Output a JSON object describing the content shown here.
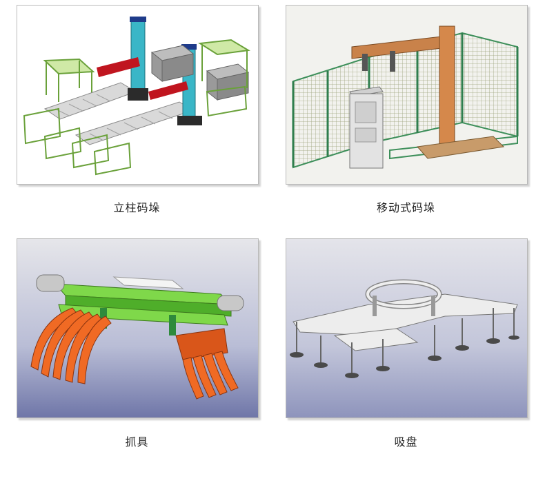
{
  "gallery": {
    "items": [
      {
        "label": "立柱码垛",
        "illustration": "column-palletizer-illustration"
      },
      {
        "label": "移动式码垛",
        "illustration": "mobile-palletizer-illustration"
      },
      {
        "label": "抓具",
        "illustration": "gripper-illustration"
      },
      {
        "label": "吸盘",
        "illustration": "suction-cup-illustration"
      }
    ]
  }
}
